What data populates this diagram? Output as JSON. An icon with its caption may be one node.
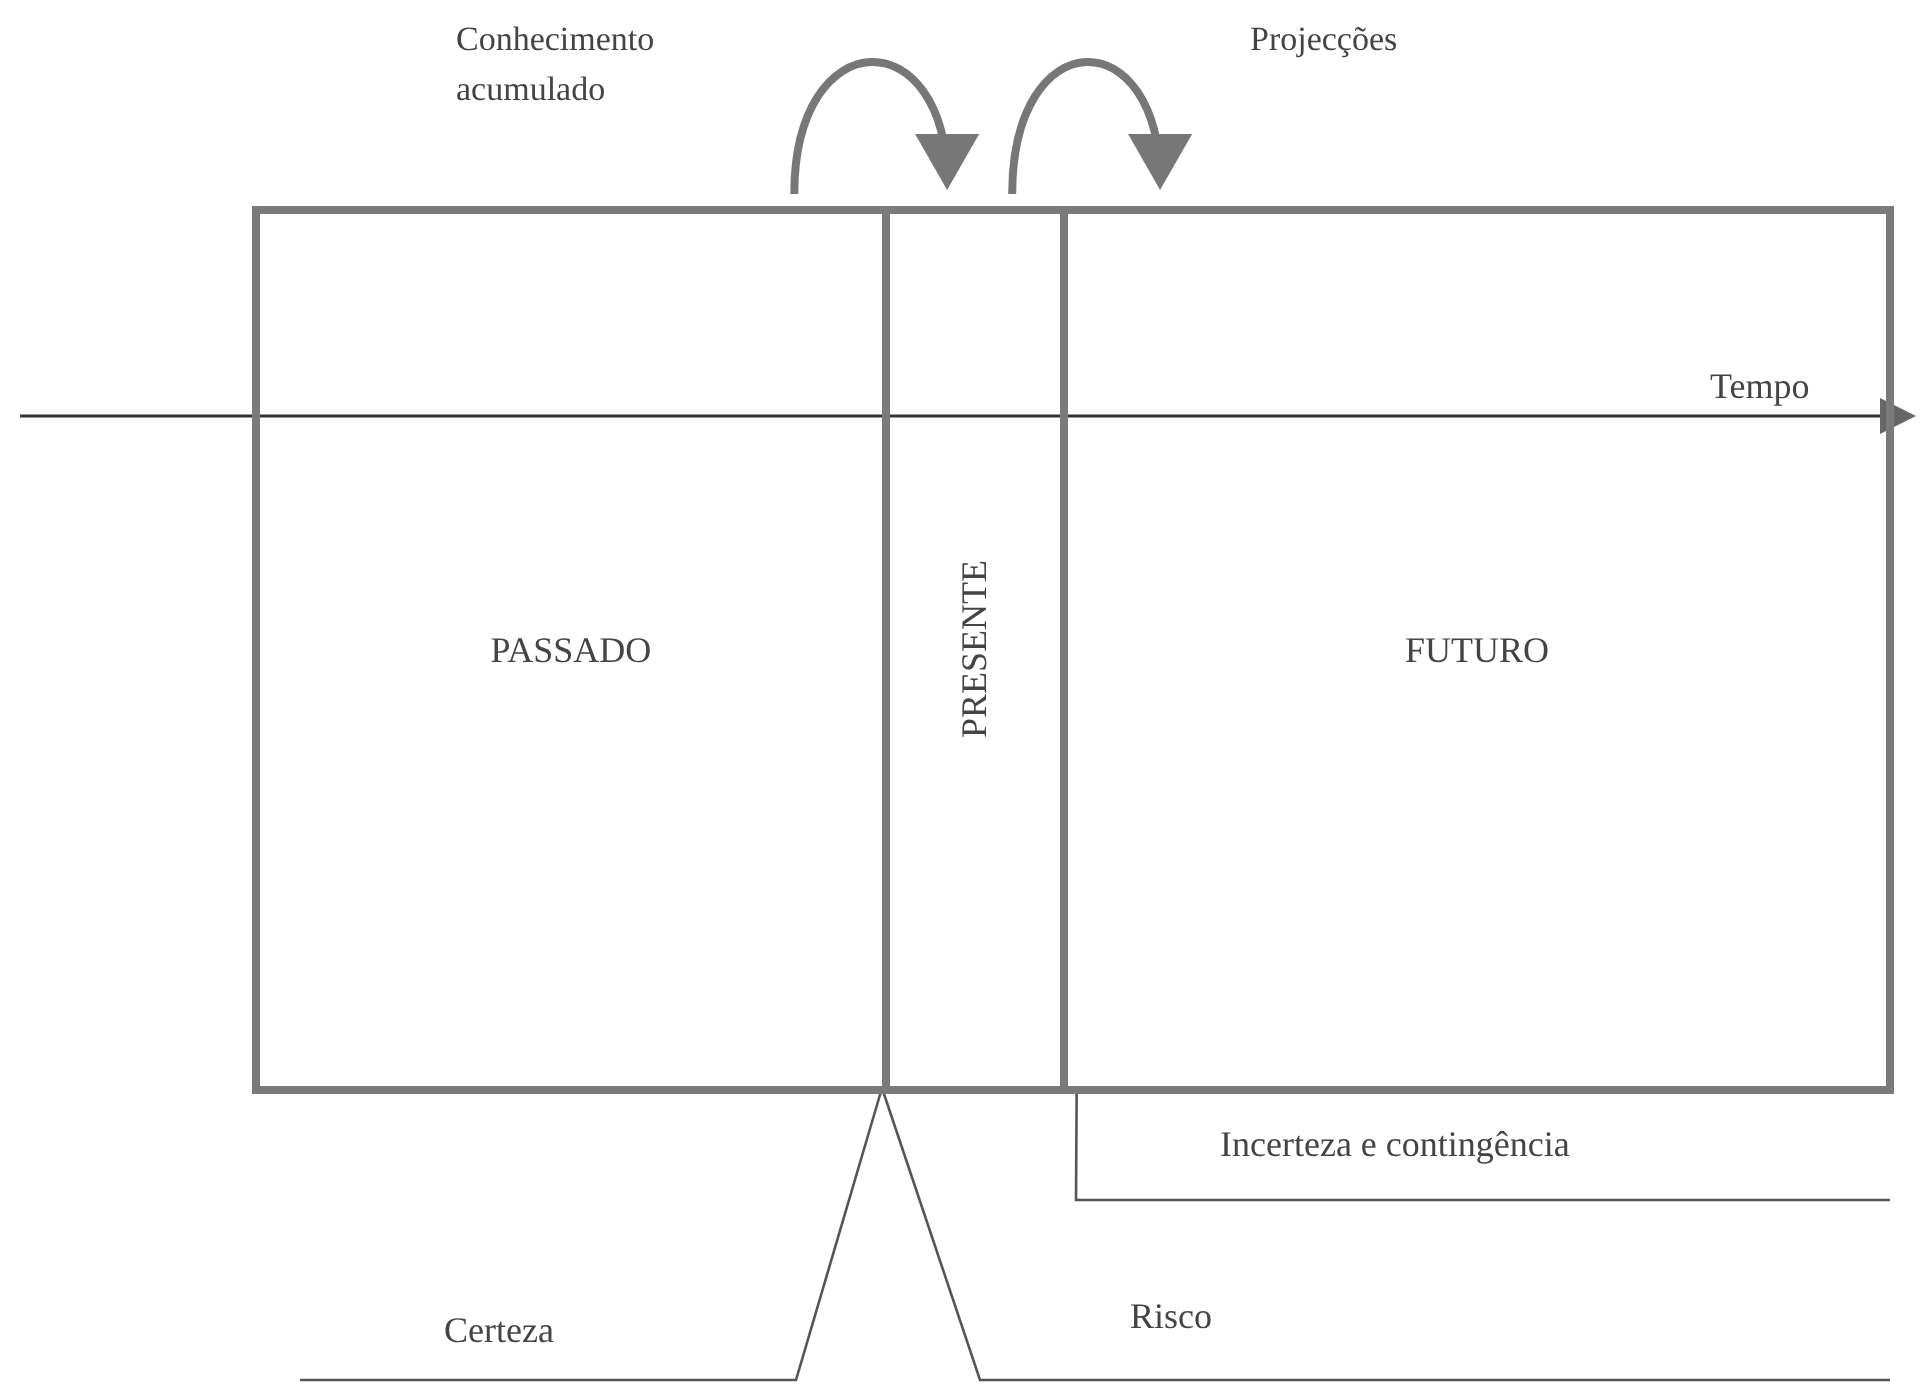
{
  "diagram": {
    "nodes": [
      {
        "text": [
          "PASSADO"
        ]
      },
      {
        "text": [
          "PRESENTE"
        ]
      },
      {
        "text": [
          "FUTURO"
        ]
      },
      {
        "text": [
          "Certeza"
        ]
      },
      {
        "text": [
          "Risco"
        ]
      },
      {
        "text": [
          "Incerteza e contingência"
        ]
      }
    ],
    "edges": [
      {
        "from": 0,
        "to": 1,
        "arrow": "to",
        "label": "Conhecimento acumulado",
        "style": "thick"
      },
      {
        "from": 1,
        "to": 2,
        "arrow": "to",
        "label": "Projecções",
        "style": "thick"
      },
      {
        "from": 3,
        "to": 1,
        "arrow": "none"
      },
      {
        "from": 4,
        "to": 1,
        "arrow": "none"
      },
      {
        "from": 5,
        "to": 2,
        "arrow": "none"
      }
    ],
    "labels": [
      "Tempo"
    ]
  }
}
